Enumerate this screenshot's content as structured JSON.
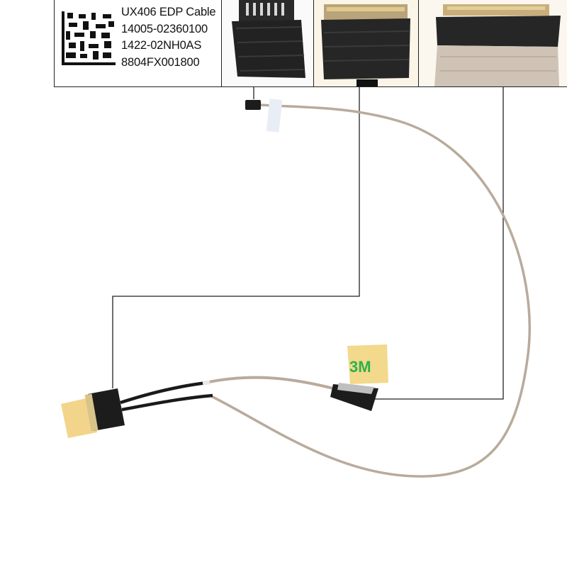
{
  "label": {
    "title": "UX406 EDP Cable",
    "codes": [
      "14005-02360100",
      "1422-02NH0AS",
      "8804FX001800"
    ]
  },
  "tape_label": "3M",
  "colors": {
    "cable": "#b8a89a",
    "connector": "#1c1c1c",
    "tape": "#f2d58a",
    "tape_3m": "#2db24a",
    "callout_line": "#222222"
  }
}
